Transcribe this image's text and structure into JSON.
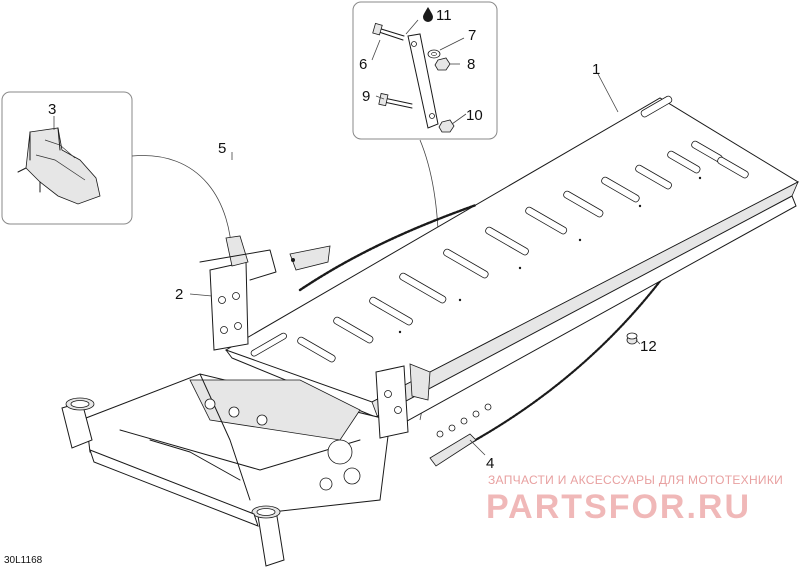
{
  "diagram": {
    "callouts": {
      "c1": "1",
      "c2": "2",
      "c3": "3",
      "c4": "4",
      "c5": "5",
      "c6": "6",
      "c7": "7",
      "c8": "8",
      "c9": "9",
      "c10": "10",
      "c11": "11",
      "c12": "12"
    },
    "drawing_code": "30L1168",
    "watermark": {
      "line1": "ЗАПЧАСТИ И АКСЕССУАРЫ ДЛЯ МОТОТЕХНИКИ",
      "line2": "PARTSFOR.RU"
    },
    "icons": {
      "oil_drop": "oil-drop-icon"
    }
  }
}
